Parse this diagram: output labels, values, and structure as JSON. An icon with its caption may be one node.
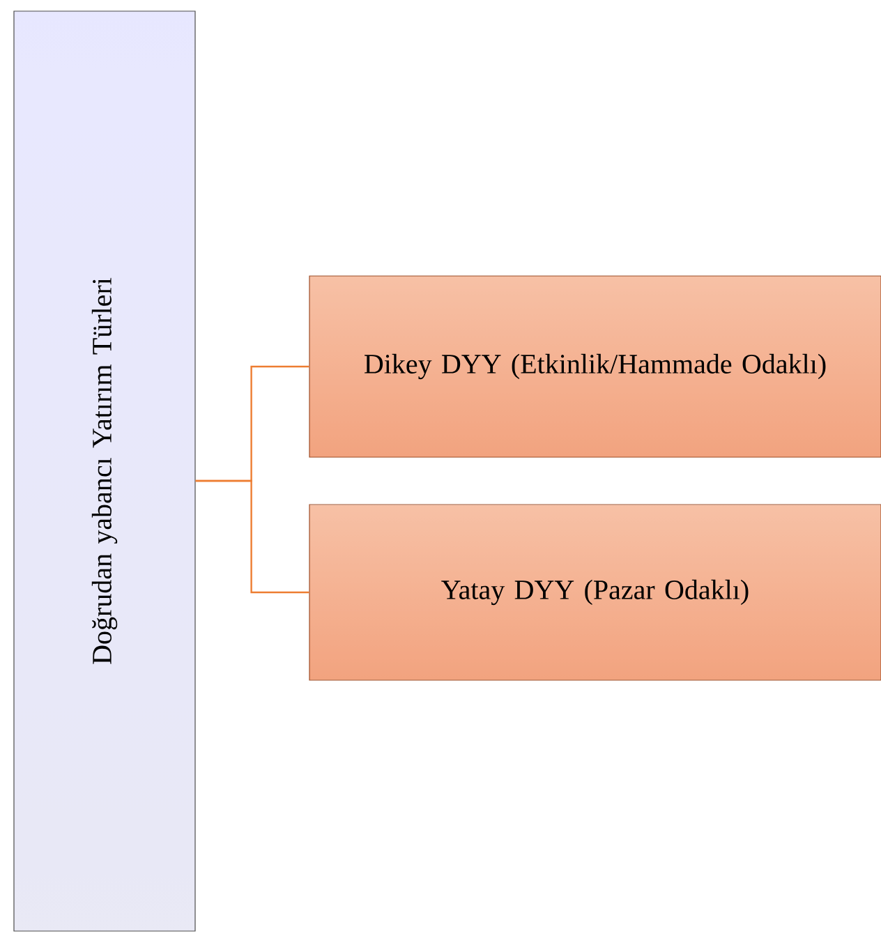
{
  "diagram": {
    "nodes": [
      {
        "text": [
          "Doğrudan yabancı Yatırım Türleri"
        ]
      },
      {
        "text": [
          "Dikey DYY (Etkinlik/Hammade Odaklı)"
        ]
      },
      {
        "text": [
          "Yatay DYY (Pazar Odaklı)"
        ]
      }
    ],
    "edges": [
      {
        "from": 0,
        "to": 1,
        "arrow": "none"
      },
      {
        "from": 0,
        "to": 2,
        "arrow": "none"
      }
    ]
  }
}
